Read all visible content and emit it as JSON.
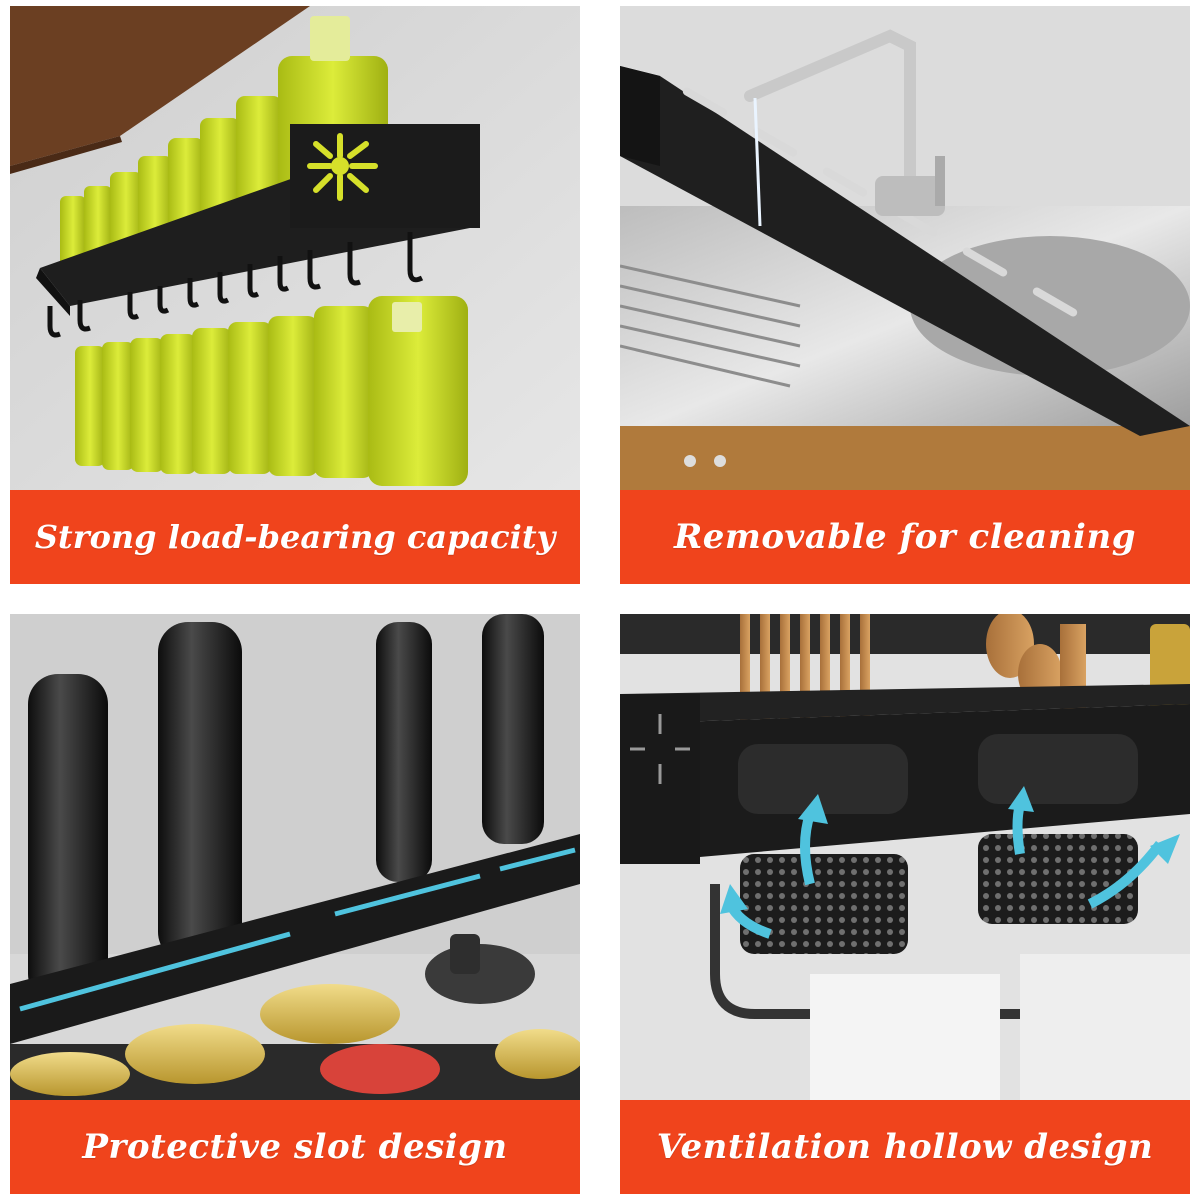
{
  "panels": [
    {
      "caption": "Strong load-bearing capacity"
    },
    {
      "caption": "Removable for cleaning"
    },
    {
      "caption": "Protective slot design"
    },
    {
      "caption": "Ventilation hollow design"
    }
  ],
  "colors": {
    "caption_band": "#f0441c",
    "caption_text": "#ffffff",
    "oil": "#c7d92a",
    "rack": "#1e1e1e",
    "arrow": "#4fc3de"
  }
}
